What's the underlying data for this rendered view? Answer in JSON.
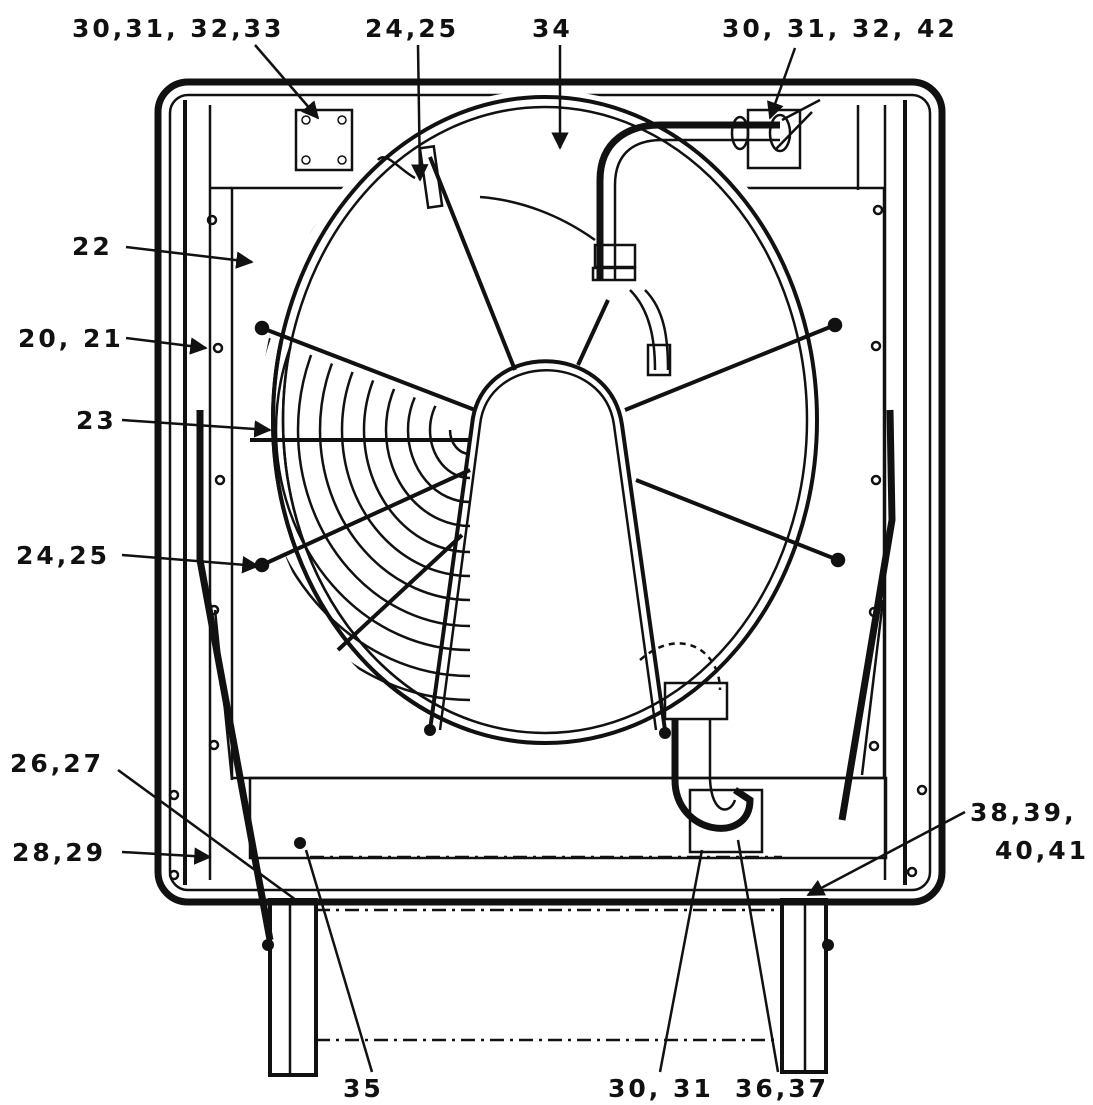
{
  "callouts": {
    "top_left": "30,31, 32,33",
    "top_mid": "24,25",
    "top_center": "34",
    "top_right": "30, 31, 32, 42",
    "left_22": "22",
    "left_20": "20, 21",
    "left_23": "23",
    "left_24": "24,25",
    "left_26": "26,27",
    "left_28": "28,29",
    "right_38a": "38,39,",
    "right_38b": "40,41",
    "bottom_35": "35",
    "bottom_30": "30, 31",
    "bottom_36": "36,37"
  },
  "colors": {
    "ink": "#111111",
    "paper": "#ffffff"
  }
}
